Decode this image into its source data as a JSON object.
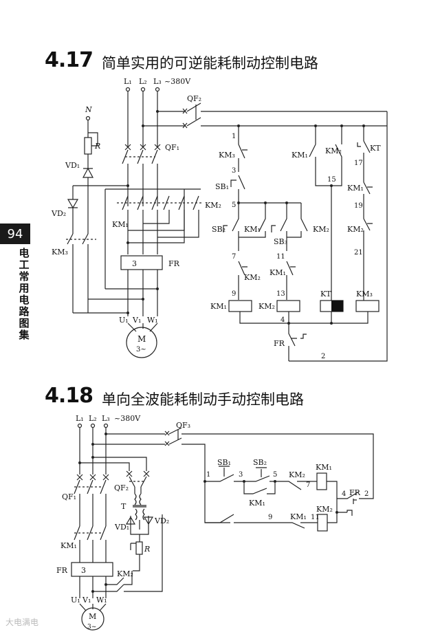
{
  "page": {
    "number": "94",
    "side_title": "电工常用电路图集",
    "watermark": "大电满电"
  },
  "section1": {
    "number": "4.17",
    "title": "简单实用的可逆能耗制动控制电路",
    "labels": {
      "l1": "L₁",
      "l2": "L₂",
      "l3": "L₃",
      "voltage": "~380V",
      "qf2": "QF₂",
      "qf1": "QF₁",
      "n": "N",
      "r": "R",
      "vd1": "VD₁",
      "vd2": "VD₂",
      "km1": "KM₁",
      "km2": "KM₂",
      "km3": "KM₃",
      "fr": "FR",
      "fr_box": "3",
      "u1": "U₁",
      "v1": "V₁",
      "w1": "W₁",
      "motor": "M",
      "motor_phase": "3~",
      "sb1": "SB₁",
      "sb2": "SB₂",
      "sb3": "SB₃",
      "kt": "KT",
      "n1": "1",
      "n3": "3",
      "n5": "5",
      "n7": "7",
      "n9": "9",
      "n11": "11",
      "n13": "13",
      "n15": "15",
      "n17": "17",
      "n19": "19",
      "n21": "21",
      "n4": "4",
      "n2": "2"
    }
  },
  "section2": {
    "number": "4.18",
    "title": "单向全波能耗制动手动控制电路",
    "labels": {
      "l1": "L₁",
      "l2": "L₂",
      "l3": "L₃",
      "voltage": "~380V",
      "qf3": "QF₃",
      "qf2": "QF₂",
      "qf1": "QF₁",
      "t": "T",
      "vd1": "VD₁",
      "vd2": "VD₂",
      "r": "R",
      "km1": "KM₁",
      "km2": "KM₂",
      "fr": "FR",
      "fr_box": "3",
      "u1": "U₁",
      "v1": "V₁",
      "w1": "W₁",
      "motor": "M",
      "motor_phase": "3~",
      "sb1": "SB₁",
      "sb2": "SB₂",
      "n1": "1",
      "n3": "3",
      "n5": "5",
      "n7": "7",
      "n9": "9",
      "n11": "11",
      "n4": "4",
      "n2": "2"
    }
  }
}
